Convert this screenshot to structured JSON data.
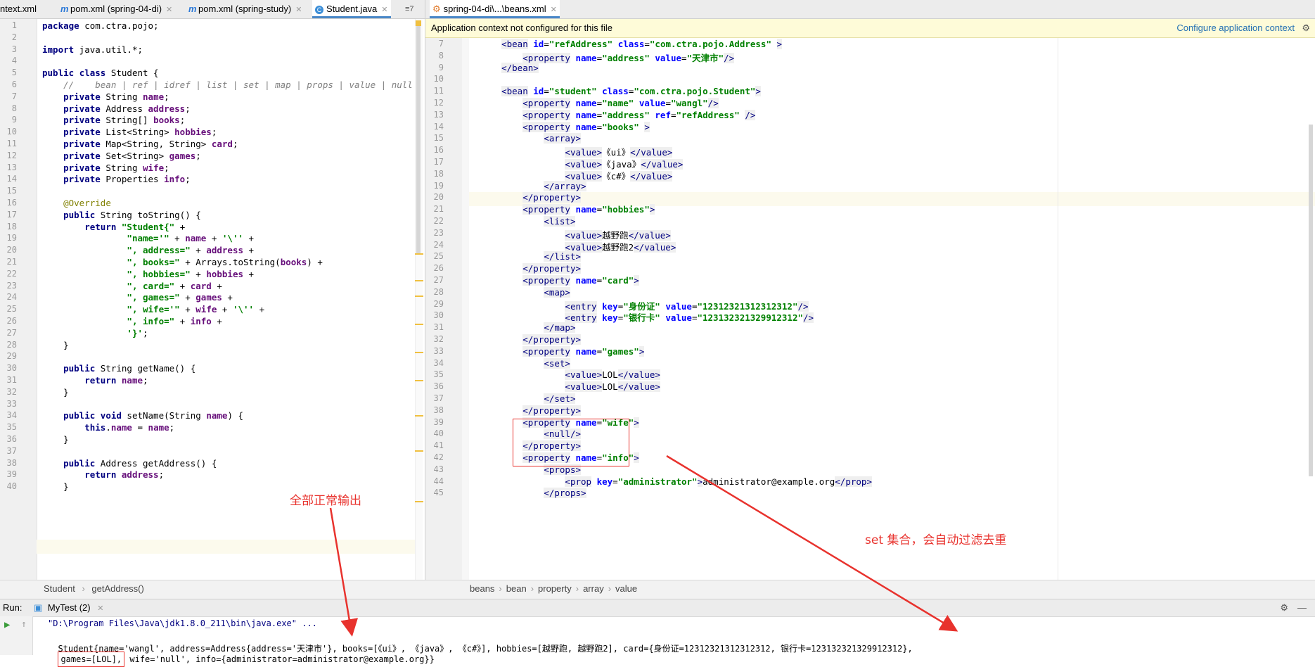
{
  "left_tabs": [
    "ntext.xml",
    "pom.xml (spring-04-di)",
    "pom.xml (spring-study)",
    "Student.java"
  ],
  "left_tabs_overflow": "≡7",
  "right_tab": "spring-04-di\\...\\beans.xml",
  "context_banner": {
    "message": "Application context not configured for this file",
    "action": "Configure application context"
  },
  "java_lines": [
    "1",
    "2",
    "3",
    "4",
    "5",
    "6",
    "7",
    "8",
    "9",
    "10",
    "11",
    "12",
    "13",
    "14",
    "15",
    "16",
    "17",
    "18",
    "19",
    "20",
    "21",
    "22",
    "23",
    "24",
    "25",
    "26",
    "27",
    "28",
    "29",
    "30",
    "31",
    "32",
    "33",
    "34",
    "35",
    "36",
    "37",
    "38",
    "39",
    "40"
  ],
  "java_code": [
    "package com.ctra.pojo;",
    "",
    "import java.util.*;",
    "",
    "public class Student {",
    "    //    bean | ref | idref | list | set | map | props | value | null",
    "    private String name;",
    "    private Address address;",
    "    private String[] books;",
    "    private List<String> hobbies;",
    "    private Map<String, String> card;",
    "    private Set<String> games;",
    "    private String wife;",
    "    private Properties info;",
    "",
    "    @Override",
    "    public String toString() {",
    "        return \"Student{\" +",
    "                \"name='\" + name + '\\'' +",
    "                \", address=\" + address +",
    "                \", books=\" + Arrays.toString(books) +",
    "                \", hobbies=\" + hobbies +",
    "                \", card=\" + card +",
    "                \", games=\" + games +",
    "                \", wife='\" + wife + '\\'' +",
    "                \", info=\" + info +",
    "                '}';",
    "    }",
    "",
    "    public String getName() {",
    "        return name;",
    "    }",
    "",
    "    public void setName(String name) {",
    "        this.name = name;",
    "    }",
    "",
    "    public Address getAddress() {",
    "        return address;",
    "    }"
  ],
  "xml_lines": [
    "7",
    "8",
    "9",
    "10",
    "11",
    "12",
    "13",
    "14",
    "15",
    "16",
    "17",
    "18",
    "19",
    "20",
    "21",
    "22",
    "23",
    "24",
    "25",
    "26",
    "27",
    "28",
    "29",
    "30",
    "31",
    "32",
    "33",
    "34",
    "35",
    "36",
    "37",
    "38",
    "39",
    "40",
    "41",
    "42",
    "43",
    "44",
    "45"
  ],
  "xml_code": [
    "    <bean id=\"refAddress\" class=\"com.ctra.pojo.Address\" >",
    "        <property name=\"address\" value=\"天津市\"/>",
    "    </bean>",
    "",
    "    <bean id=\"student\" class=\"com.ctra.pojo.Student\">",
    "        <property name=\"name\" value=\"wangl\"/>",
    "        <property name=\"address\" ref=\"refAddress\" />",
    "        <property name=\"books\" >",
    "            <array>",
    "                <value>《ui》</value>",
    "                <value>《java》</value>",
    "                <value>《c#》</value>",
    "            </array>",
    "        </property>",
    "        <property name=\"hobbies\">",
    "            <list>",
    "                <value>越野跑</value>",
    "                <value>越野跑2</value>",
    "            </list>",
    "        </property>",
    "        <property name=\"card\">",
    "            <map>",
    "                <entry key=\"身份证\" value=\"12312321312312312\"/>",
    "                <entry key=\"银行卡\" value=\"123132321329912312\"/>",
    "            </map>",
    "        </property>",
    "        <property name=\"games\">",
    "            <set>",
    "                <value>LOL</value>",
    "                <value>LOL</value>",
    "            </set>",
    "        </property>",
    "        <property name=\"wife\">",
    "            <null/>",
    "        </property>",
    "        <property name=\"info\">",
    "            <props>",
    "                <prop key=\"administrator\">administrator@example.org</prop>",
    "            </props>"
  ],
  "left_breadcrumb": [
    "Student",
    "getAddress()"
  ],
  "right_breadcrumb": [
    "beans",
    "bean",
    "property",
    "array",
    "value"
  ],
  "run_panel": {
    "label": "Run:",
    "tab": "MyTest (2)",
    "cmd": "\"D:\\Program Files\\Java\\jdk1.8.0_211\\bin\\java.exe\" ...",
    "output_a": "Student{name='wangl', address=Address{address='天津市'}, books=[《ui》, 《java》, 《c#》], hobbies=[越野跑, 越野跑2], card={身份证=12312321312312312, 银行卡=123132321329912312},",
    "output_games": "games=[LOL],",
    "output_b": " wife='null', info={administrator=administrator@example.org}}"
  },
  "annotations": {
    "all_normal": "全部正常输出",
    "set_dedupe": "set 集合，会自动过滤去重"
  },
  "colors": {
    "annotation_red": "#e8322d",
    "banner_bg": "#fefbd8",
    "active_tab_underline": "#4a88c7"
  }
}
